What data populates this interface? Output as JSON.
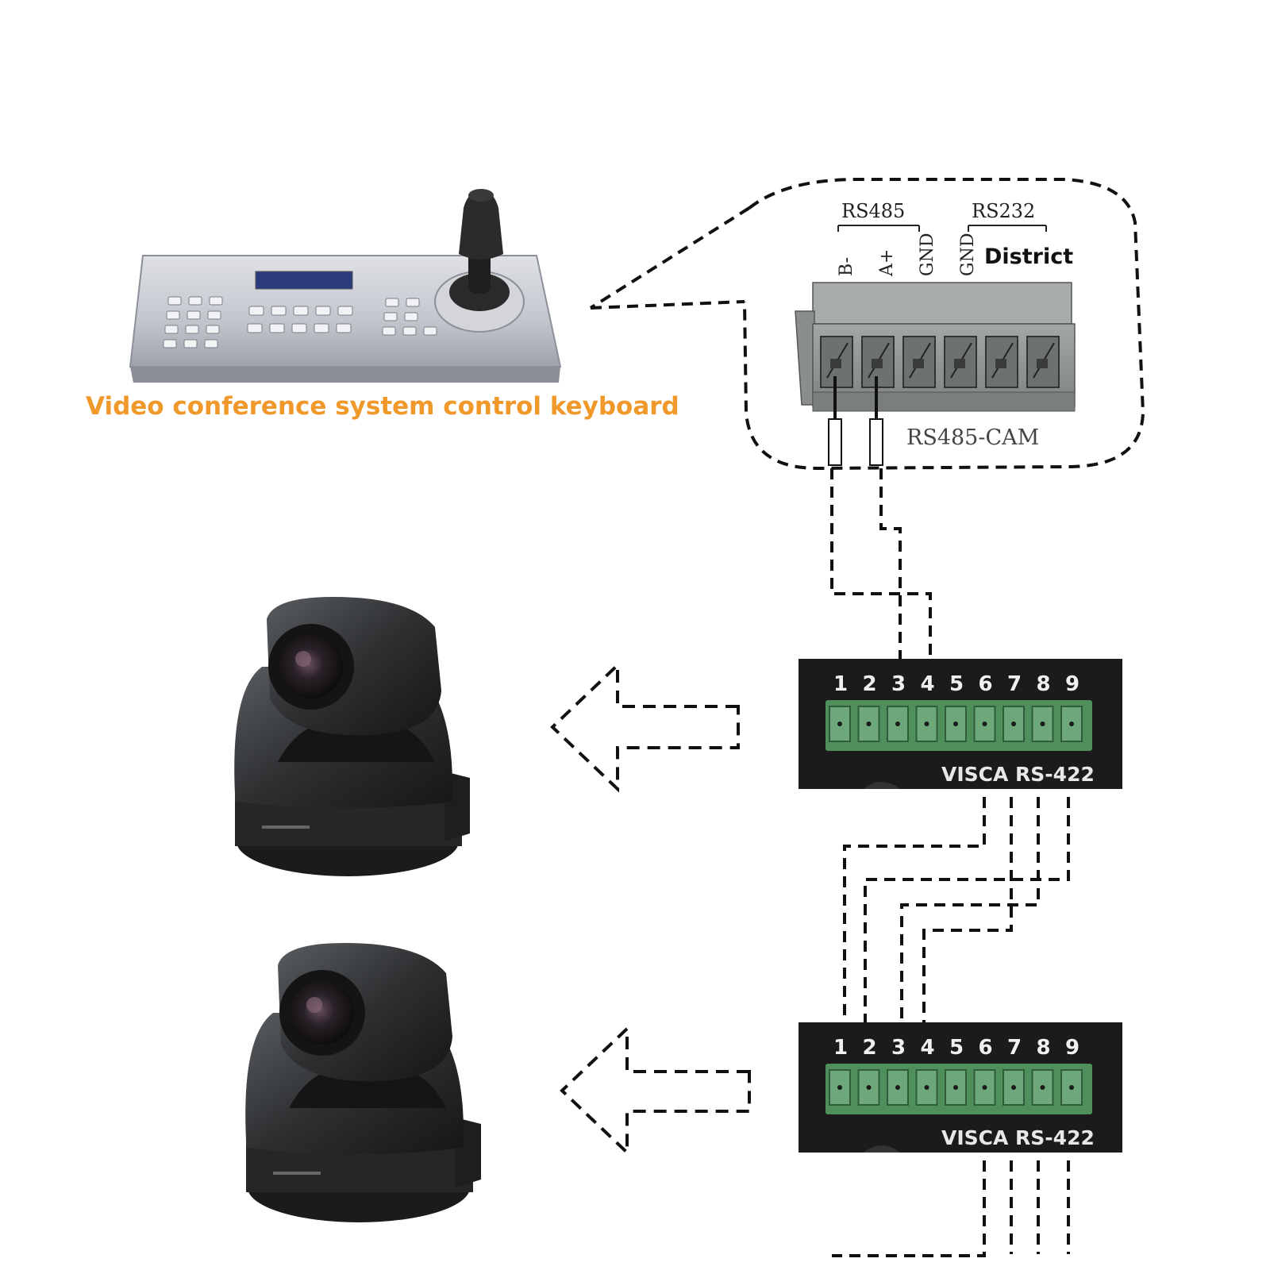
{
  "keyboard": {
    "caption": "Video conference system control keyboard",
    "caption_color": "#f0982a"
  },
  "terminal": {
    "rs485_label": "RS485",
    "rs232_label": "RS232",
    "pins": [
      "B-",
      "A+",
      "GND",
      "GND"
    ],
    "district_label": "District",
    "cam_label": "RS485-CAM",
    "slots": 6
  },
  "camera_ports": [
    {
      "pins": [
        "1",
        "2",
        "3",
        "4",
        "5",
        "6",
        "7",
        "8",
        "9"
      ],
      "label": "VISCA RS-422"
    },
    {
      "pins": [
        "1",
        "2",
        "3",
        "4",
        "5",
        "6",
        "7",
        "8",
        "9"
      ],
      "label": "VISCA RS-422"
    }
  ],
  "colors": {
    "terminal_body": "#8e9290",
    "port_body": "#1b1b1b",
    "port_pin": "#4e8f5c",
    "camera_body": "#2a2c2e",
    "keyboard_body": "#c9ccd3"
  }
}
